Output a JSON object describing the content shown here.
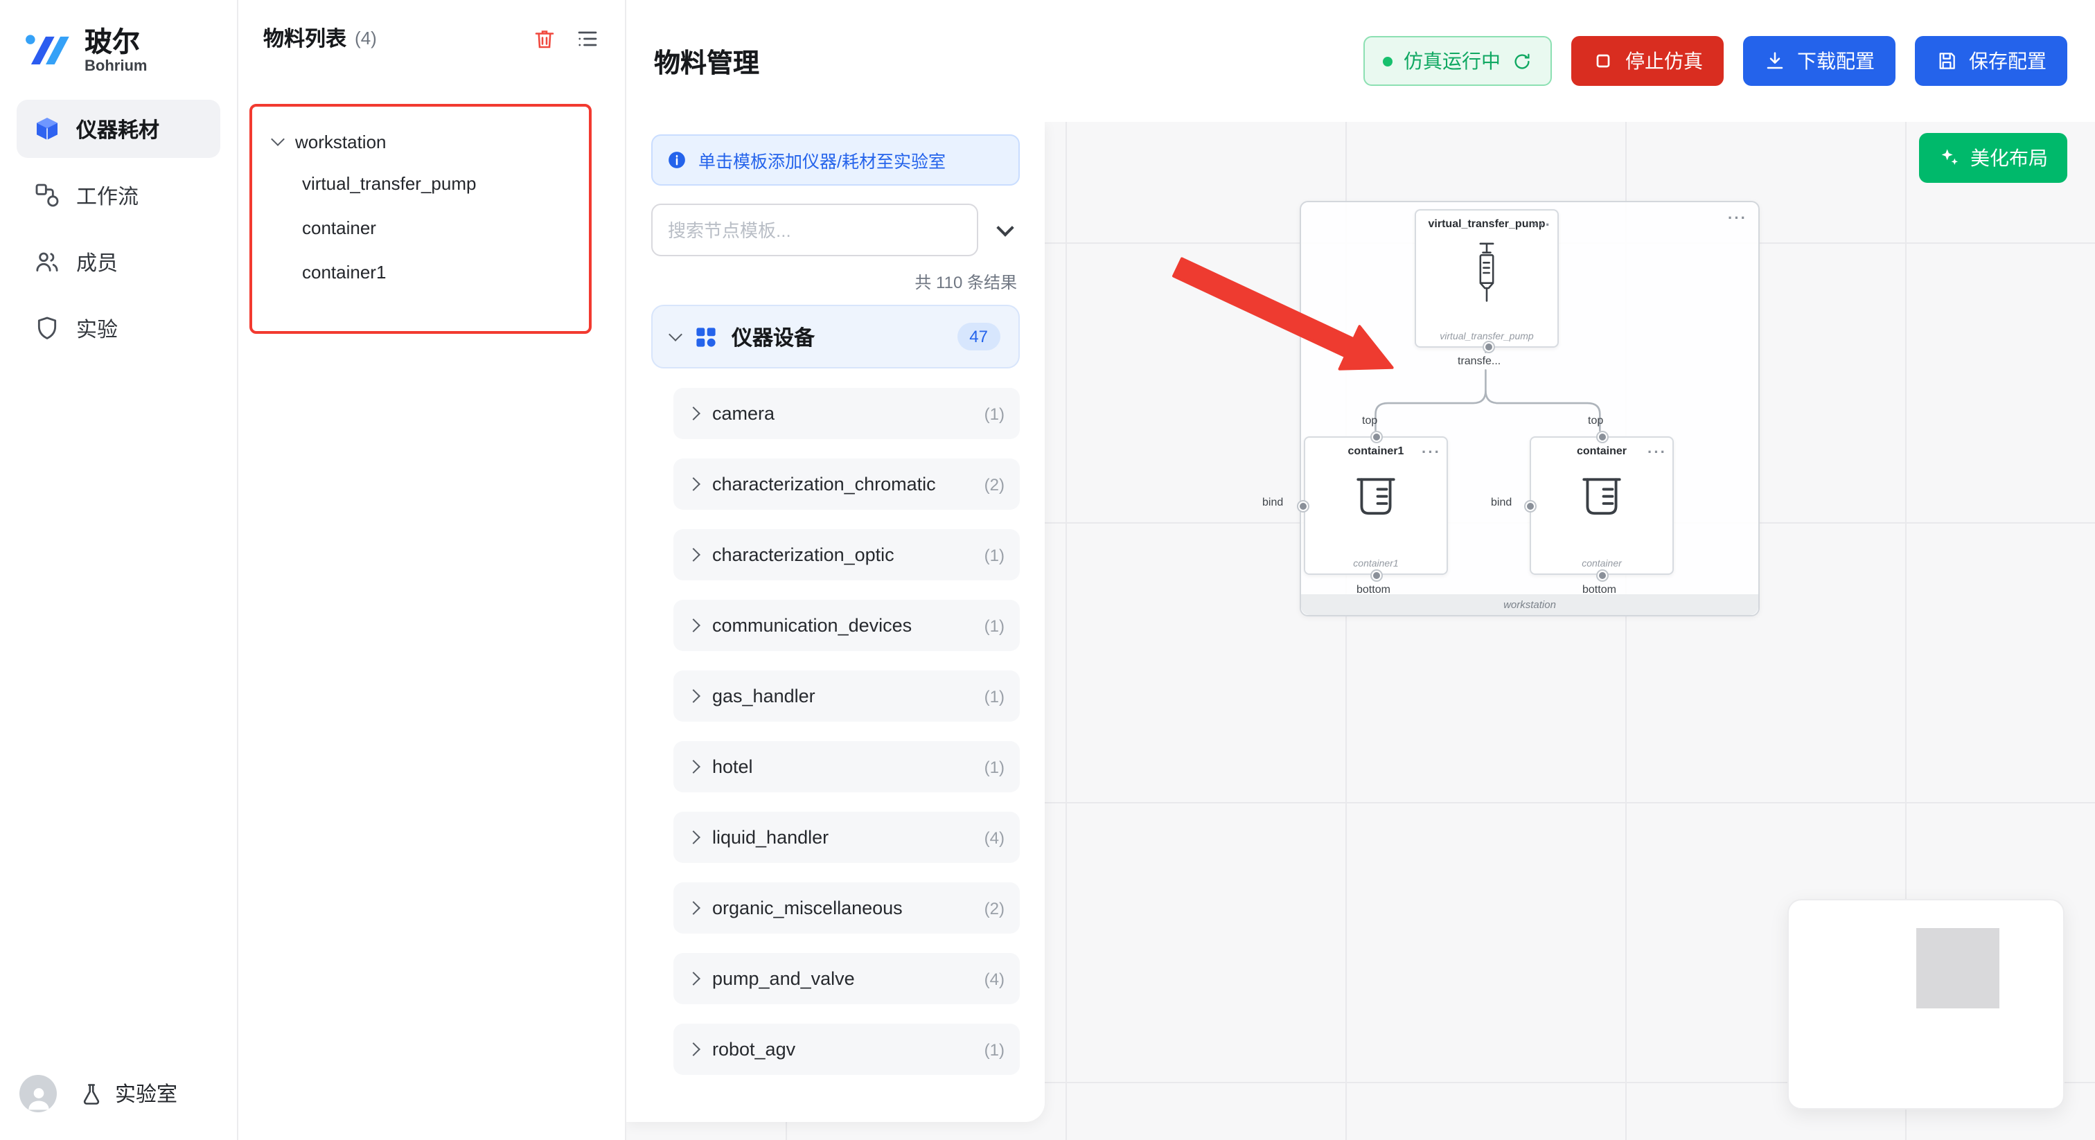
{
  "brand": {
    "name": "玻尔",
    "subtitle": "Bohrium"
  },
  "sidebar": {
    "items": [
      {
        "label": "仪器耗材"
      },
      {
        "label": "工作流"
      },
      {
        "label": "成员"
      },
      {
        "label": "实验"
      }
    ],
    "lab": "实验室"
  },
  "materials": {
    "title": "物料列表",
    "count": "(4)",
    "tree_root": "workstation",
    "tree_children": [
      "virtual_transfer_pump",
      "container",
      "container1"
    ]
  },
  "topbar": {
    "title": "物料管理",
    "status": "仿真运行中",
    "stop": "停止仿真",
    "download": "下载配置",
    "save": "保存配置"
  },
  "templates": {
    "hint": "单击模板添加仪器/耗材至实验室",
    "search_placeholder": "搜索节点模板...",
    "results": "共 110 条结果",
    "category": "仪器设备",
    "category_count": "47",
    "items": [
      {
        "label": "camera",
        "count": "(1)"
      },
      {
        "label": "characterization_chromatic",
        "count": "(2)"
      },
      {
        "label": "characterization_optic",
        "count": "(1)"
      },
      {
        "label": "communication_devices",
        "count": "(1)"
      },
      {
        "label": "gas_handler",
        "count": "(1)"
      },
      {
        "label": "hotel",
        "count": "(1)"
      },
      {
        "label": "liquid_handler",
        "count": "(4)"
      },
      {
        "label": "organic_miscellaneous",
        "count": "(2)"
      },
      {
        "label": "pump_and_valve",
        "count": "(4)"
      },
      {
        "label": "robot_agv",
        "count": "(1)"
      }
    ]
  },
  "canvas": {
    "beautify": "美化布局",
    "workstation": "workstation",
    "pump": {
      "title": "virtual_transfer_pump",
      "subtitle": "virtual_transfer_pump",
      "port": "transfe..."
    },
    "container1": {
      "title": "container1",
      "subtitle": "container1"
    },
    "container": {
      "title": "container",
      "subtitle": "container"
    },
    "labels": {
      "top": "top",
      "bottom": "bottom",
      "bind": "bind"
    }
  },
  "colors": {
    "accent_blue": "#2463eb",
    "danger_red": "#d92d20",
    "success_green": "#00b96b",
    "status_green": "#10a862",
    "annotation_red": "#f23a30"
  }
}
